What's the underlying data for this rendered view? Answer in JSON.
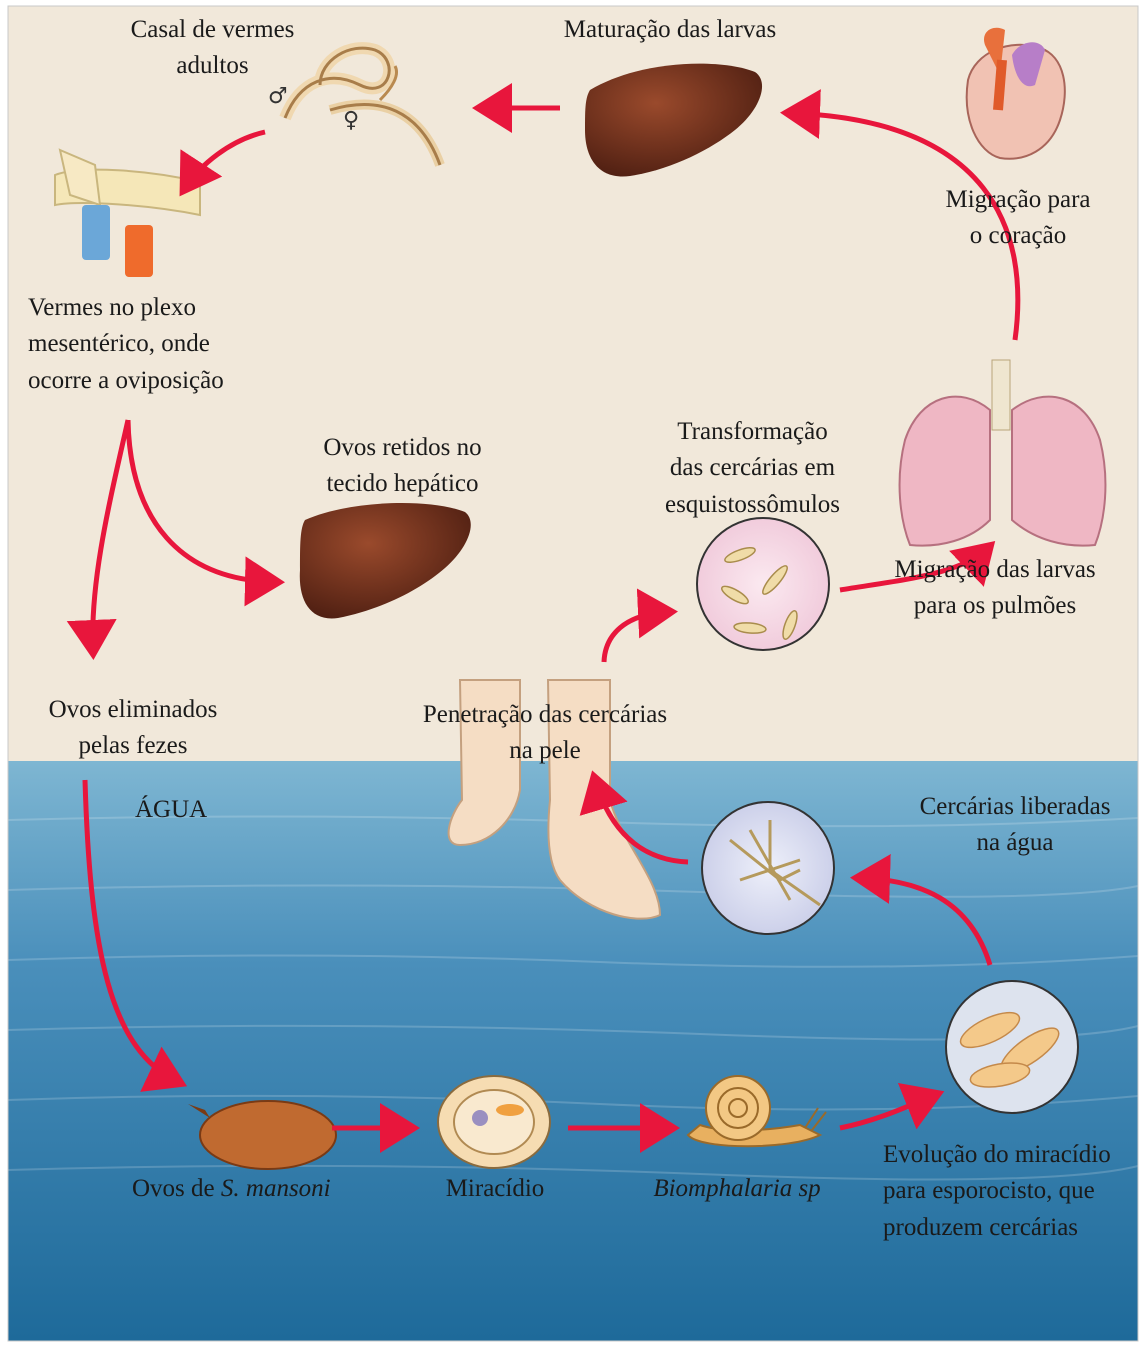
{
  "colors": {
    "land": "#f1e8da",
    "water_top": "#6ea8c7",
    "water_bottom": "#1e6a9a",
    "arrow": "#e8163c",
    "liver": "#6b2e1c",
    "circle_bg": "#f8dde8"
  },
  "icons": [
    "worm-couple-icon",
    "liver-icon",
    "heart-icon",
    "lungs-icon",
    "blood-vessel-icon",
    "feet-icon",
    "schistosomula-circle-icon",
    "cercariae-circle-icon",
    "sporocyst-circle-icon",
    "egg-icon",
    "miracidium-icon",
    "snail-icon"
  ],
  "labels": {
    "worm_couple": "Casal de vermes\nadultos",
    "maturation": "Maturação das larvas",
    "heart_migration": "Migração para\no coração",
    "plexus": "Vermes no plexo\nmesentérico, onde\nocorre a oviposição",
    "retained_eggs": "Ovos retidos no\ntecido hepático",
    "transformation": "Transformação\ndas cercárias em\nesquistossômulos",
    "lung_migration": "Migração das larvas\npara os pulmões",
    "eggs_feces": "Ovos eliminados\npelas fezes",
    "penetration": "Penetração das cercárias\nna pele",
    "water": "ÁGUA",
    "cercariae_released": "Cercárias liberadas\nna água",
    "eggs_prefix": "Ovos de ",
    "eggs_species": "S. mansoni",
    "miracidium": "Miracídio",
    "snail": "Biomphalaria sp",
    "sporocyst": "Evolução do miracídio\npara esporocisto, que\nproduzem cercárias",
    "male_symbol": "♂",
    "female_symbol": "♀"
  }
}
